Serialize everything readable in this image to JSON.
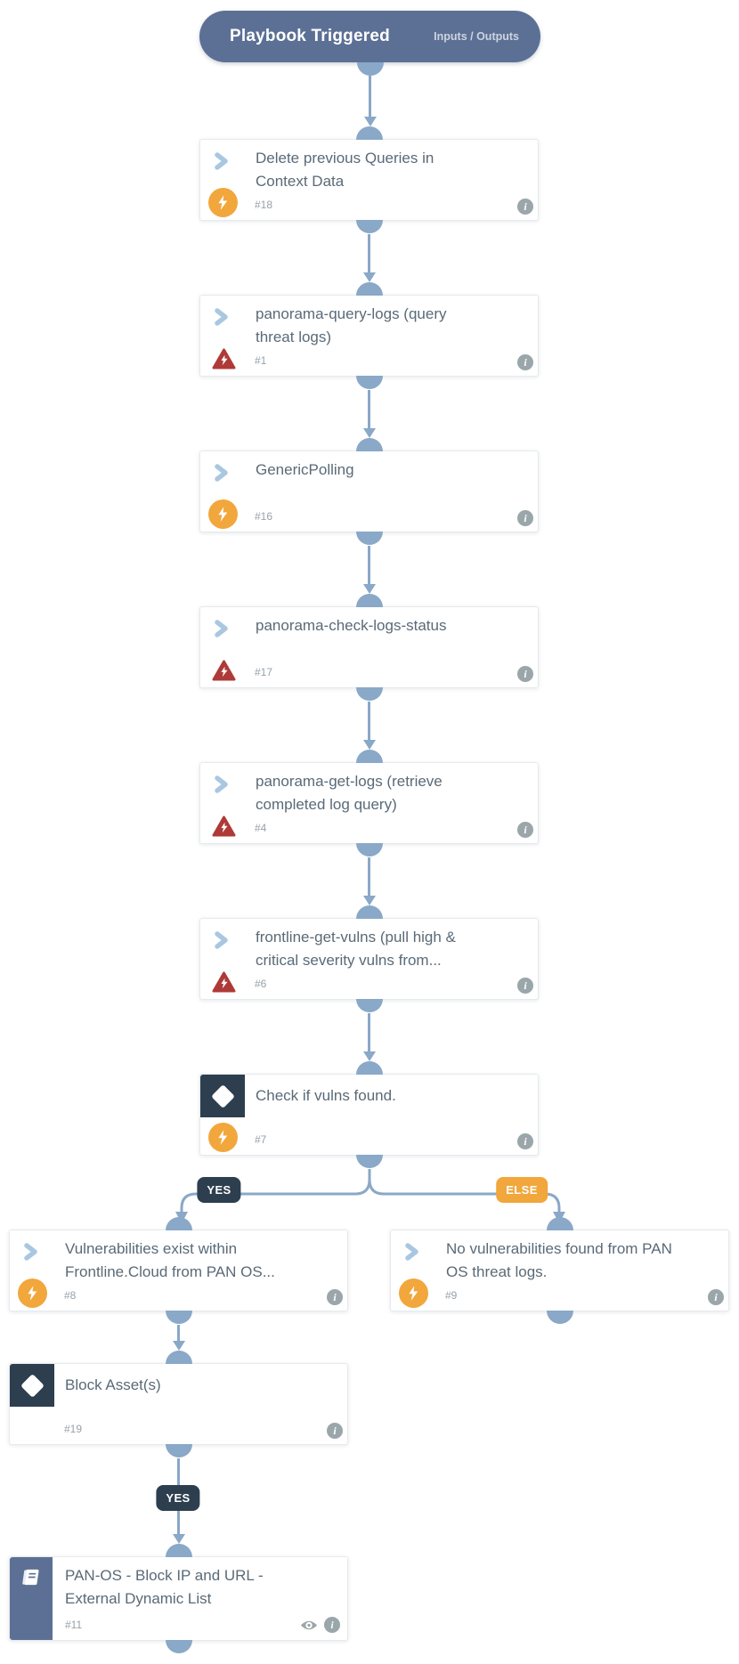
{
  "header": {
    "title": "Playbook Triggered",
    "io_label": "Inputs / Outputs"
  },
  "nodes": [
    {
      "title": "Delete previous Queries in Context Data",
      "id": "#18",
      "icon": "automation-bolt-orange"
    },
    {
      "title": "panorama-query-logs (query threat logs)",
      "id": "#1",
      "icon": "error-bolt-red-triangle"
    },
    {
      "title": "GenericPolling",
      "id": "#16",
      "icon": "automation-bolt-orange"
    },
    {
      "title": "panorama-check-logs-status",
      "id": "#17",
      "icon": "error-bolt-red-triangle"
    },
    {
      "title": "panorama-get-logs (retrieve completed log query)",
      "id": "#4",
      "icon": "error-bolt-red-triangle"
    },
    {
      "title": "frontline-get-vulns (pull high & critical severity vulns from...",
      "id": "#6",
      "icon": "error-bolt-red-triangle"
    },
    {
      "title": "Check if vulns found.",
      "id": "#7",
      "icon": "condition-diamond automation-bolt-orange"
    }
  ],
  "branch": {
    "yes_label": "YES",
    "else_label": "ELSE"
  },
  "branch_nodes": {
    "yes": {
      "title": "Vulnerabilities exist within Frontline.Cloud from PAN OS...",
      "id": "#8",
      "icon": "automation-bolt-orange"
    },
    "else": {
      "title": "No vulnerabilities found from PAN OS threat logs.",
      "id": "#9",
      "icon": "automation-bolt-orange"
    }
  },
  "block_assets": {
    "title": "Block Asset(s)",
    "id": "#19",
    "icon": "condition-diamond",
    "yes_label": "YES"
  },
  "subplaybook": {
    "title": "PAN-OS - Block IP and URL - External Dynamic List",
    "id": "#11",
    "icon": "playbook-book"
  },
  "colors": {
    "slate-blue": "#5c7095",
    "connector-blue": "#8aa8c7",
    "accent-orange": "#f1a73c",
    "error-red": "#ae3a38",
    "dark-navy": "#2d3e4f",
    "title-gray": "#5a6a77",
    "muted-gray": "#97a1a8",
    "icon-gray": "#9aa6aa",
    "chevron-blue": "#a9c7e1"
  }
}
